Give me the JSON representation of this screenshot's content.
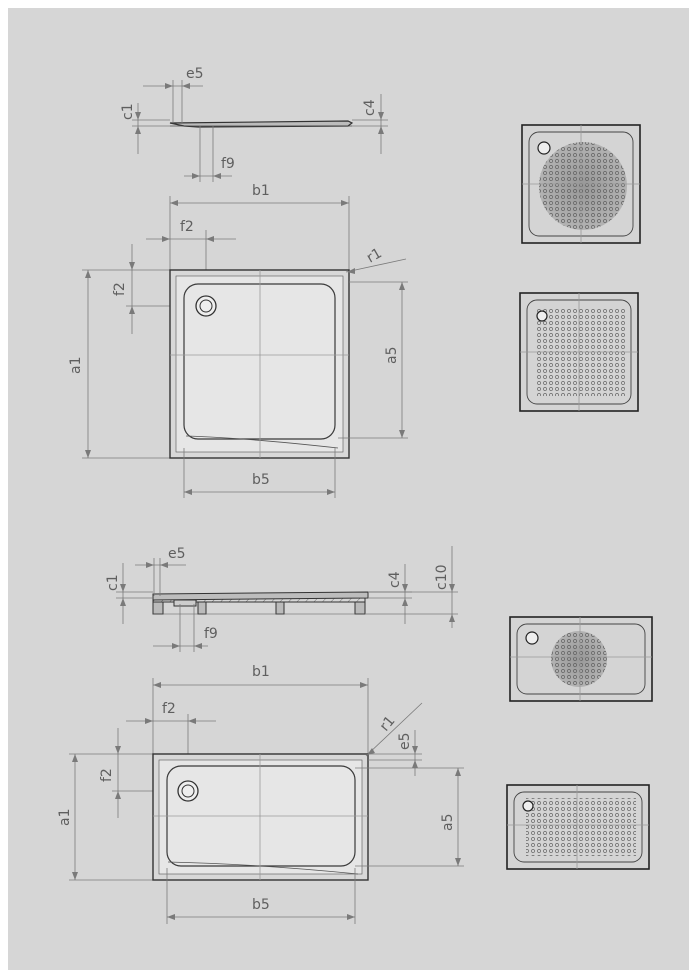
{
  "labels": {
    "e5": "e5",
    "c1": "c1",
    "c4": "c4",
    "c10": "c10",
    "f9": "f9",
    "b1": "b1",
    "f2": "f2",
    "r1": "r1",
    "a1": "a1",
    "a5": "a5",
    "b5": "b5"
  },
  "thumbnails": {
    "square_round_pattern": "square tray with round anti-slip pattern",
    "square_square_pattern": "square tray with full anti-slip pattern",
    "rect_round_pattern": "rectangular tray with round anti-slip pattern",
    "rect_full_pattern": "rectangular tray with full anti-slip pattern"
  }
}
